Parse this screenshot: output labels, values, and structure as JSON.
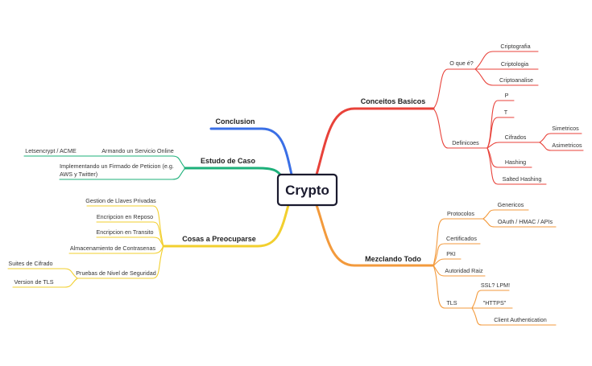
{
  "root": "Crypto",
  "colors": {
    "red": "#e8423a",
    "orange": "#f39a3c",
    "yellow": "#f2cf2e",
    "green": "#1db07a",
    "blue": "#3a6fe6",
    "root_border": "#1a1a2e"
  },
  "branches": {
    "conceitos": {
      "label": "Conceitos Basicos",
      "oque": {
        "label": "O que é?",
        "items": [
          "Criptografia",
          "Criptologia",
          "Criptoanalise"
        ]
      },
      "definicoes": {
        "label": "Definicoes",
        "p": "P",
        "t": "T",
        "cifrados": {
          "label": "Cifrados",
          "items": [
            "Simetricos",
            "Asimetricos"
          ]
        },
        "hashing": "Hashing",
        "salted": "Salted Hashing"
      }
    },
    "mezclando": {
      "label": "Mezclando Todo",
      "protocolos": {
        "label": "Protocolos",
        "items": [
          "Genericos",
          "OAuth / HMAC / APIs"
        ]
      },
      "certificados": "Certificados",
      "pki": "PKI",
      "autoridad": "Autoridad Raiz",
      "tls": {
        "label": "TLS",
        "items": [
          "SSL? LPM!",
          "\"HTTPS\"",
          "Client Authentication"
        ]
      }
    },
    "cosas": {
      "label": "Cosas a Preocuparse",
      "items": [
        "Gestion de Llaves Privadas",
        "Encripcion en Reposo",
        "Encripcion en Transito",
        "Almacenamiento de Contrasenas"
      ],
      "pruebas": {
        "label": "Pruebas de Nivel de Seguridad",
        "items": [
          "Suites de Cifrado",
          "Version de TLS"
        ]
      }
    },
    "estudo": {
      "label": "Estudo de Caso",
      "armando": {
        "label": "Armando un Servicio Online",
        "items": [
          "Letsencrypt / ACME"
        ]
      },
      "implementando": {
        "label_line1": "Implementando un Firmado de Peticion (e.g.",
        "label_line2": "AWS y Twitter)"
      }
    },
    "conclusion": {
      "label": "Conclusion"
    }
  }
}
